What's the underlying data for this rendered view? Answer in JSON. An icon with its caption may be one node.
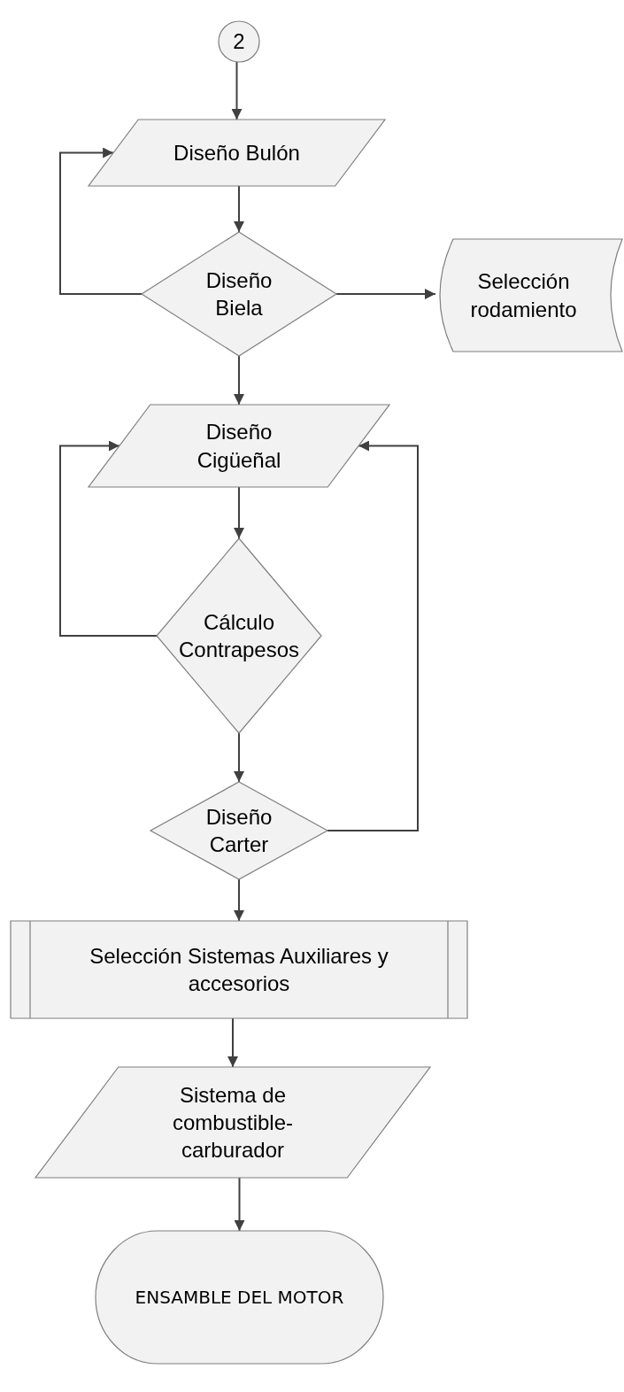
{
  "diagram": {
    "nodes": [
      {
        "text": [
          "2"
        ]
      },
      {
        "text": [
          "Diseño Bulón"
        ]
      },
      {
        "text": [
          "Diseño Biela"
        ]
      },
      {
        "text": [
          "Selección rodamiento"
        ]
      },
      {
        "text": [
          "Diseño Cigüeñal"
        ]
      },
      {
        "text": [
          "Cálculo Contrapesos"
        ]
      },
      {
        "text": [
          "Diseño Carter"
        ]
      },
      {
        "text": [
          "Selección Sistemas Auxiliares y accesorios"
        ]
      },
      {
        "text": [
          "Sistema de combustible-carburador"
        ]
      },
      {
        "text": [
          "ENSAMBLE DEL MOTOR"
        ]
      }
    ],
    "edges": [
      {
        "from": 0,
        "to": 1,
        "arrow": "to"
      },
      {
        "from": 1,
        "to": 2,
        "arrow": "to"
      },
      {
        "from": 2,
        "to": 1,
        "arrow": "to"
      },
      {
        "from": 2,
        "to": 3,
        "arrow": "to"
      },
      {
        "from": 2,
        "to": 4,
        "arrow": "to"
      },
      {
        "from": 4,
        "to": 5,
        "arrow": "to"
      },
      {
        "from": 5,
        "to": 4,
        "arrow": "to"
      },
      {
        "from": 5,
        "to": 6,
        "arrow": "to"
      },
      {
        "from": 6,
        "to": 4,
        "arrow": "to"
      },
      {
        "from": 6,
        "to": 7,
        "arrow": "to"
      },
      {
        "from": 7,
        "to": 8,
        "arrow": "to"
      },
      {
        "from": 8,
        "to": 9,
        "arrow": "to"
      }
    ]
  }
}
